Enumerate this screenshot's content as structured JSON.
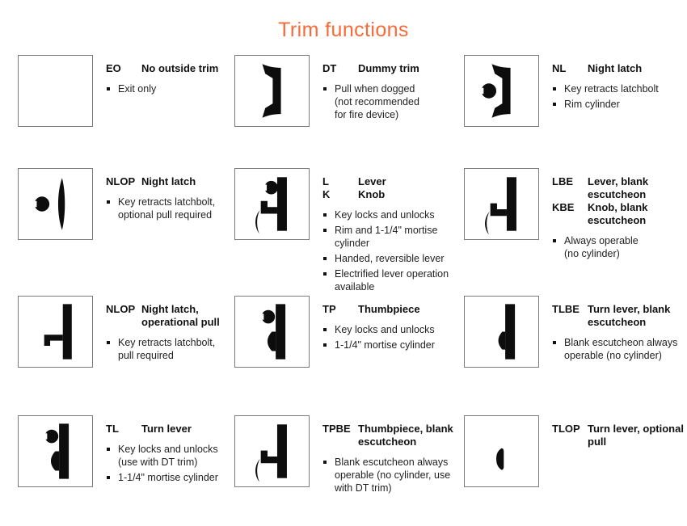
{
  "title": "Trim functions",
  "accent_color": "#F66B38",
  "cells": [
    {
      "icon": "eo-blank",
      "entries": [
        {
          "code": "EO",
          "name": "No outside trim"
        }
      ],
      "bullets": [
        "Exit only"
      ]
    },
    {
      "icon": "pull",
      "entries": [
        {
          "code": "DT",
          "name": "Dummy trim"
        }
      ],
      "bullets": [
        "Pull when dogged\n(not recommended\nfor fire device)"
      ]
    },
    {
      "icon": "pull-cylinder",
      "entries": [
        {
          "code": "NL",
          "name": "Night latch"
        }
      ],
      "bullets": [
        "Key retracts latchbolt",
        "Rim cylinder"
      ]
    },
    {
      "icon": "cylinder-pull",
      "entries": [
        {
          "code": "NLOP",
          "name": "Night latch"
        }
      ],
      "bullets": [
        "Key retracts latchbolt,\noptional pull required"
      ]
    },
    {
      "icon": "lever-cylinder",
      "entries": [
        {
          "code": "L",
          "name": "Lever"
        },
        {
          "code": "K",
          "name": "Knob"
        }
      ],
      "bullets": [
        "Key locks and unlocks",
        "Rim and 1-1/4\" mortise\ncylinder",
        "Handed, reversible lever",
        "Electrified lever operation\navailable"
      ]
    },
    {
      "icon": "lever-blank",
      "entries": [
        {
          "code": "LBE",
          "name": "Lever, blank\nescutcheon"
        },
        {
          "code": "KBE",
          "name": "Knob, blank\nescutcheon"
        }
      ],
      "bullets": [
        "Always operable\n(no cylinder)"
      ]
    },
    {
      "icon": "pull-plate",
      "entries": [
        {
          "code": "NLOP",
          "name": "Night latch,\noperational pull"
        }
      ],
      "bullets": [
        "Key retracts latchbolt,\npull required"
      ]
    },
    {
      "icon": "thumbpiece-cylinder",
      "entries": [
        {
          "code": "TP",
          "name": "Thumbpiece"
        }
      ],
      "bullets": [
        "Key locks and unlocks",
        "1-1/4\" mortise cylinder"
      ]
    },
    {
      "icon": "thumbpiece-blank",
      "entries": [
        {
          "code": "TLBE",
          "name": "Turn lever, blank\nescutcheon"
        }
      ],
      "bullets": [
        "Blank escutcheon always\noperable (no cylinder)"
      ]
    },
    {
      "icon": "thumbpiece-cylinder",
      "entries": [
        {
          "code": "TL",
          "name": "Turn lever"
        }
      ],
      "bullets": [
        "Key locks and unlocks\n(use with DT trim)",
        "1-1/4\" mortise cylinder"
      ]
    },
    {
      "icon": "lever-blank",
      "entries": [
        {
          "code": "TPBE",
          "name": "Thumbpiece, blank\nescutcheon"
        }
      ],
      "bullets": [
        "Blank escutcheon always\noperable (no cylinder, use\nwith DT trim)"
      ]
    },
    {
      "icon": "turn-lever",
      "entries": [
        {
          "code": "TLOP",
          "name": "Turn lever, optional\npull"
        }
      ],
      "bullets": []
    }
  ]
}
